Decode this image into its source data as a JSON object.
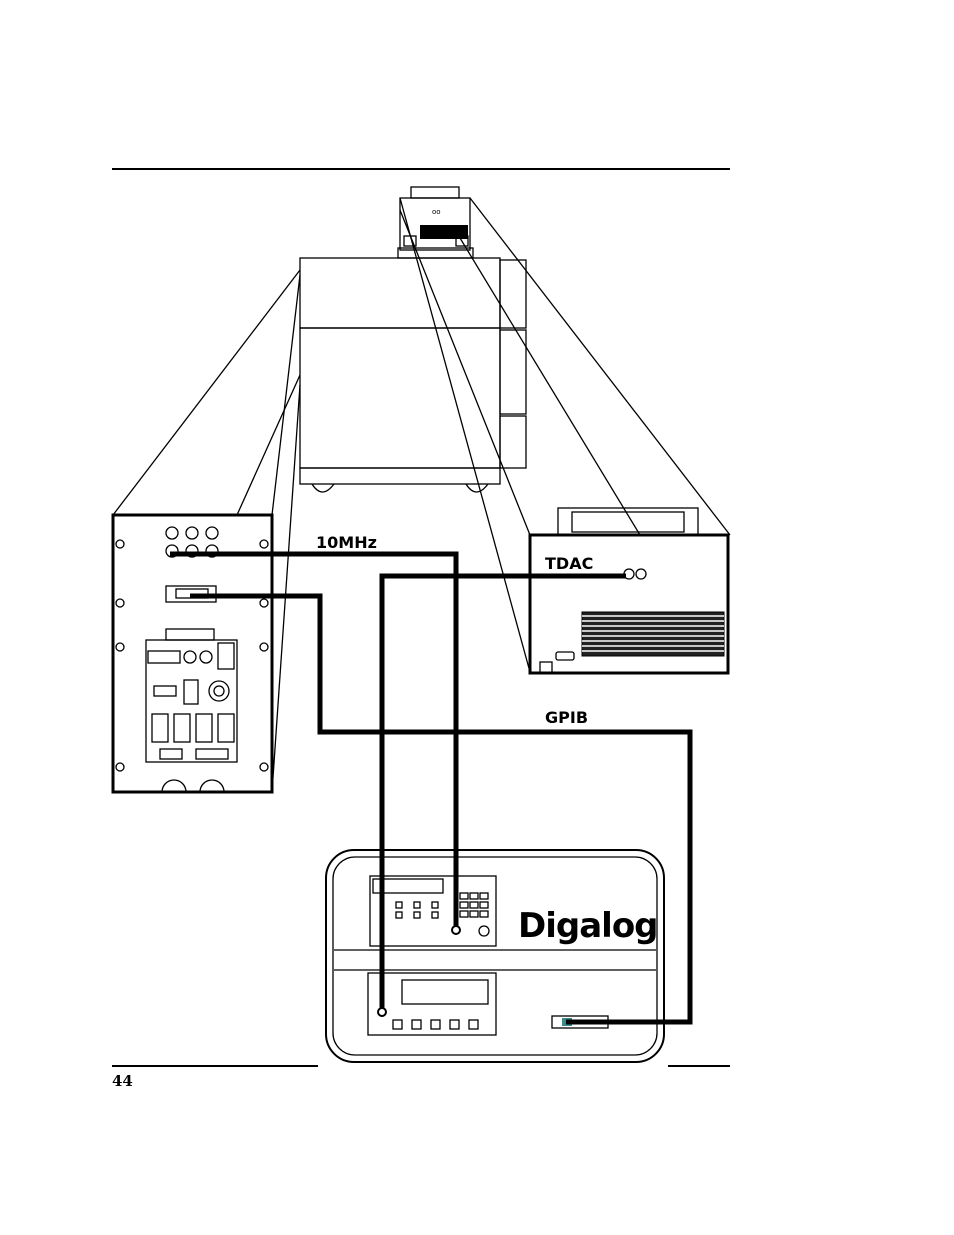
{
  "labels": {
    "clock": "10MHz",
    "tdac": "TDAC",
    "gpib": "GPIB",
    "brand": "Digalog"
  },
  "footer": {
    "page_number": "44"
  }
}
